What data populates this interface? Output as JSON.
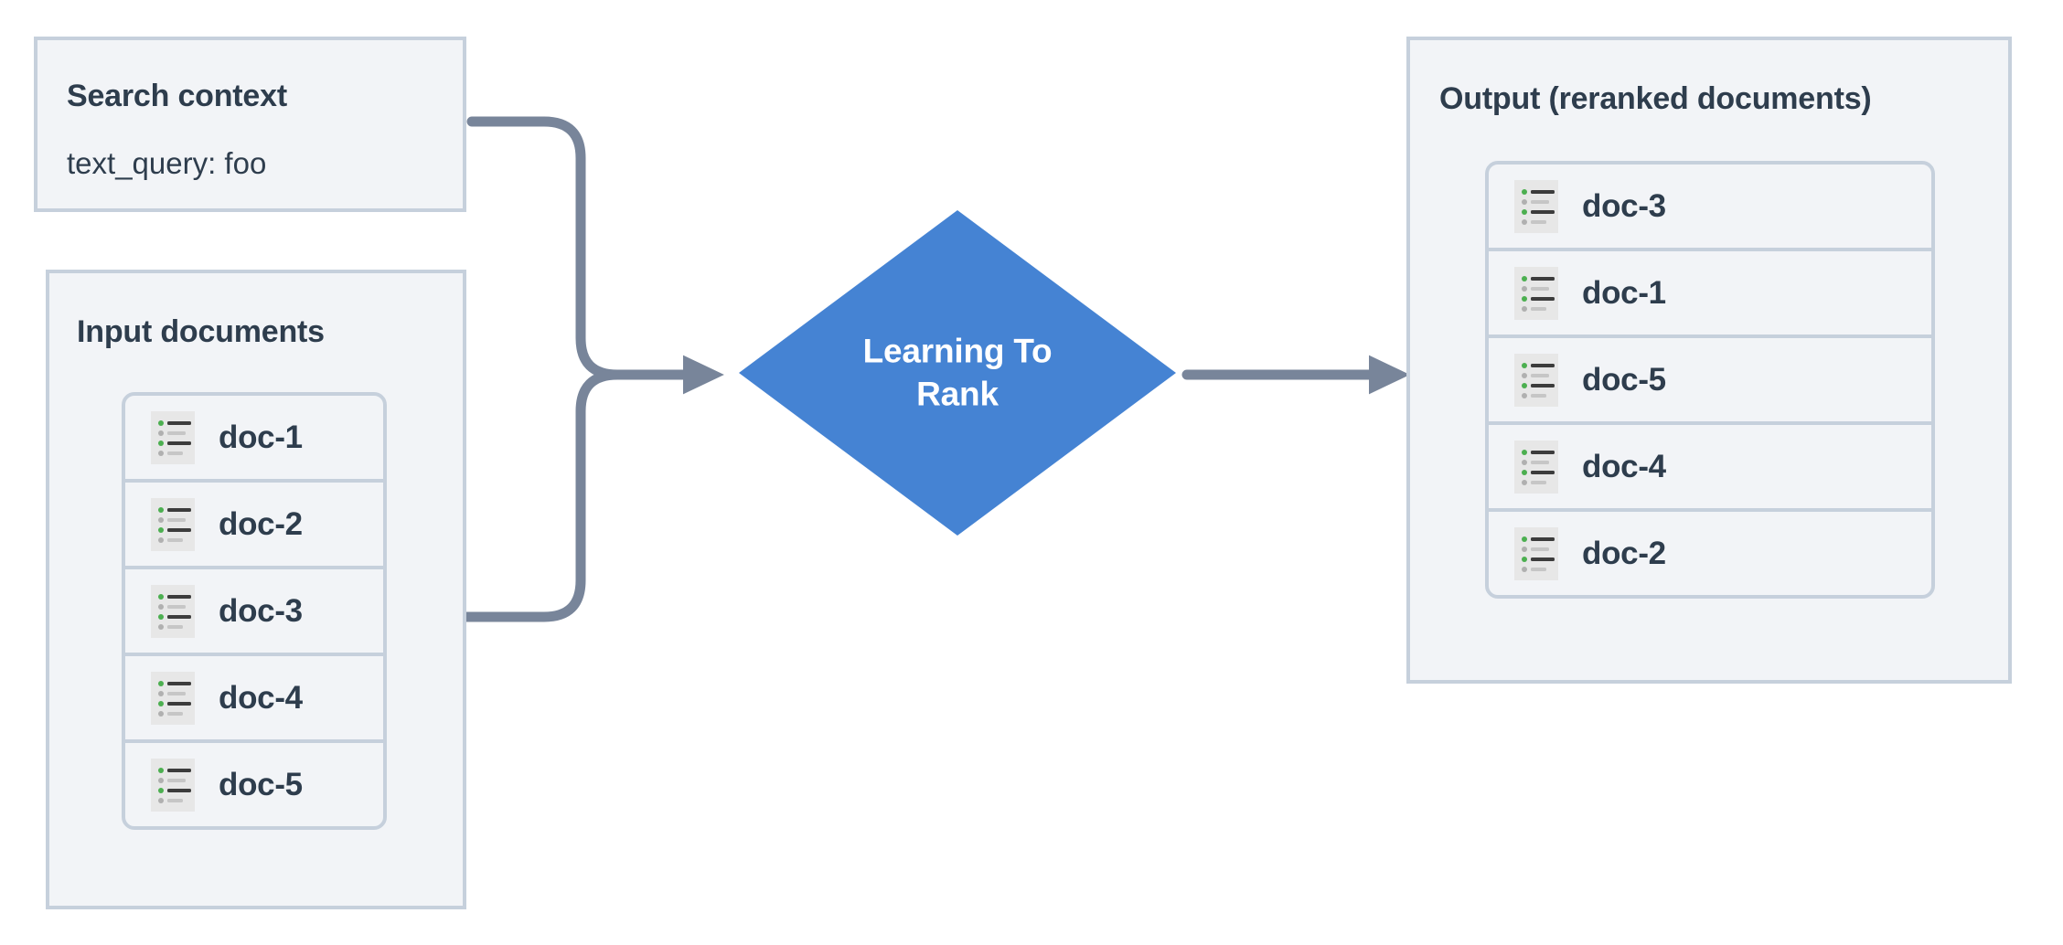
{
  "diagram": {
    "title": "Learning To Rank reranking flow",
    "colors": {
      "panel_fill": "#f2f4f7",
      "panel_border": "#c6d0dc",
      "text": "#2e3d4d",
      "node_blue": "#4583d3",
      "connector": "#78859a",
      "icon_bg": "#e7e7e7",
      "icon_green": "#4caf50",
      "icon_dark": "#3c3c3c",
      "icon_gray": "#b0b0b0"
    }
  },
  "search_context": {
    "title": "Search context",
    "value": "text_query: foo"
  },
  "input_documents": {
    "title": "Input documents",
    "documents": [
      {
        "label": "doc-1",
        "icon": "document-list-icon"
      },
      {
        "label": "doc-2",
        "icon": "document-list-icon"
      },
      {
        "label": "doc-3",
        "icon": "document-list-icon"
      },
      {
        "label": "doc-4",
        "icon": "document-list-icon"
      },
      {
        "label": "doc-5",
        "icon": "document-list-icon"
      }
    ]
  },
  "process_node": {
    "label_line1": "Learning To",
    "label_line2": "Rank",
    "shape": "diamond"
  },
  "output": {
    "title": "Output (reranked documents)",
    "documents": [
      {
        "label": "doc-3",
        "icon": "document-list-icon"
      },
      {
        "label": "doc-1",
        "icon": "document-list-icon"
      },
      {
        "label": "doc-5",
        "icon": "document-list-icon"
      },
      {
        "label": "doc-4",
        "icon": "document-list-icon"
      },
      {
        "label": "doc-2",
        "icon": "document-list-icon"
      }
    ]
  },
  "connectors": [
    {
      "name": "search-context-to-ltr",
      "from": "search_context",
      "to": "process_node",
      "arrow": true
    },
    {
      "name": "input-documents-to-ltr",
      "from": "input_documents",
      "to": "process_node",
      "arrow": true
    },
    {
      "name": "ltr-to-output",
      "from": "process_node",
      "to": "output",
      "arrow": true
    }
  ]
}
